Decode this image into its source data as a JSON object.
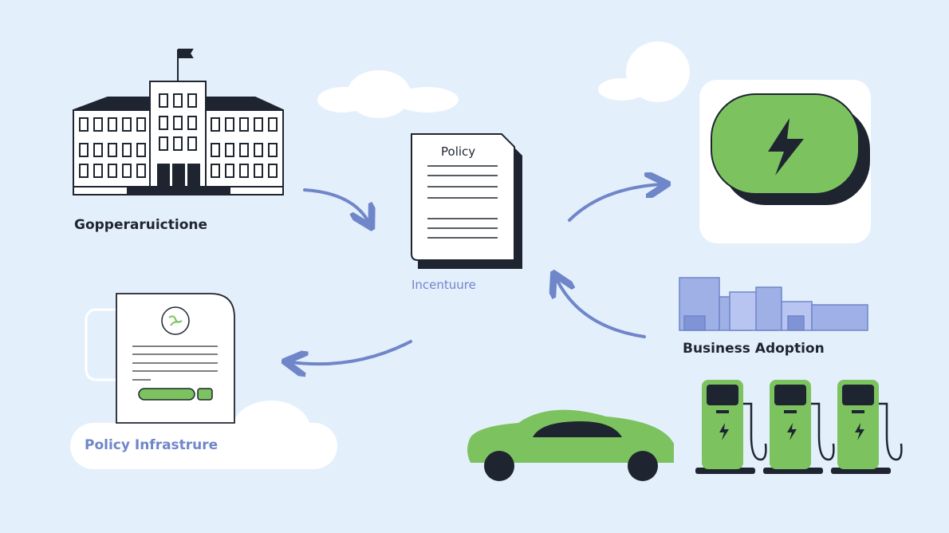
{
  "labels": {
    "government": "Gopperaruictione",
    "policy_doc_title": "Policy",
    "incentive": "Incentuure",
    "business": "Business Adoption",
    "policy_infra": "Policy Infrastrure"
  },
  "colors": {
    "background": "#e4effc",
    "green": "#7cc35f",
    "arrow": "#6f86c9",
    "dark": "#1e2530"
  }
}
